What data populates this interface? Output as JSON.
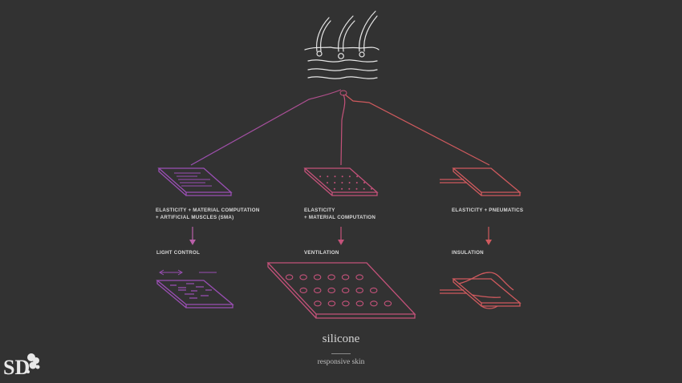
{
  "title": "silicone",
  "subtitle": "responsive skin",
  "colors": {
    "background": "#323232",
    "purple": "#9a4fb4",
    "magenta": "#b44f86",
    "red": "#d05a5e",
    "text": "#d9d9d9",
    "skin_icon": "#e6e6e6"
  },
  "branches": [
    {
      "property_lines": [
        "ELASTICITY + MATERIAL COMPUTATION",
        "+ ARTIFICIAL MUSCLES (SMA)"
      ],
      "result": "LIGHT CONTROL"
    },
    {
      "property_lines": [
        "ELASTICITY",
        "+ MATERIAL COMPUTATION"
      ],
      "result": "VENTILATION"
    },
    {
      "property_lines": [
        "ELASTICITY + PNEUMATICS"
      ],
      "result": "INSULATION"
    }
  ],
  "logo": {
    "text": "SD",
    "icon": "sd-logo-icon"
  }
}
